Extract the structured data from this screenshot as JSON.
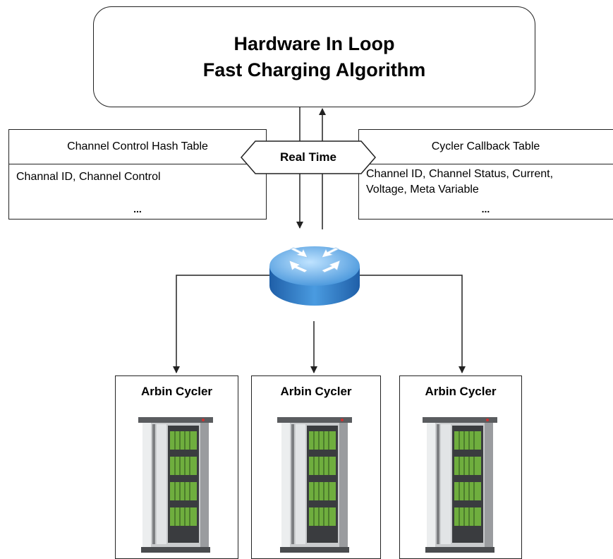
{
  "top_box": {
    "line1": "Hardware In Loop",
    "line2": "Fast Charging Algorithm"
  },
  "left_table": {
    "title": "Channel Control Hash Table",
    "content": "Channal ID, Channel Control",
    "ellipsis": "..."
  },
  "right_table": {
    "title": "Cycler Callback Table",
    "content_line1": "Channel ID, Channel Status, Current,",
    "content_line2": "Voltage, Meta Variable",
    "ellipsis": "..."
  },
  "realtime_label": "Real Time",
  "cyclers": [
    {
      "label": "Arbin Cycler"
    },
    {
      "label": "Arbin Cycler"
    },
    {
      "label": "Arbin Cycler"
    }
  ],
  "colors": {
    "stroke": "#222222",
    "router_top": "#5aa9e6",
    "router_side": "#2a6fb5",
    "cabinet_green": "#6fae3e"
  },
  "icons": {
    "router": "router-icon",
    "cycler": "server-rack-icon"
  }
}
